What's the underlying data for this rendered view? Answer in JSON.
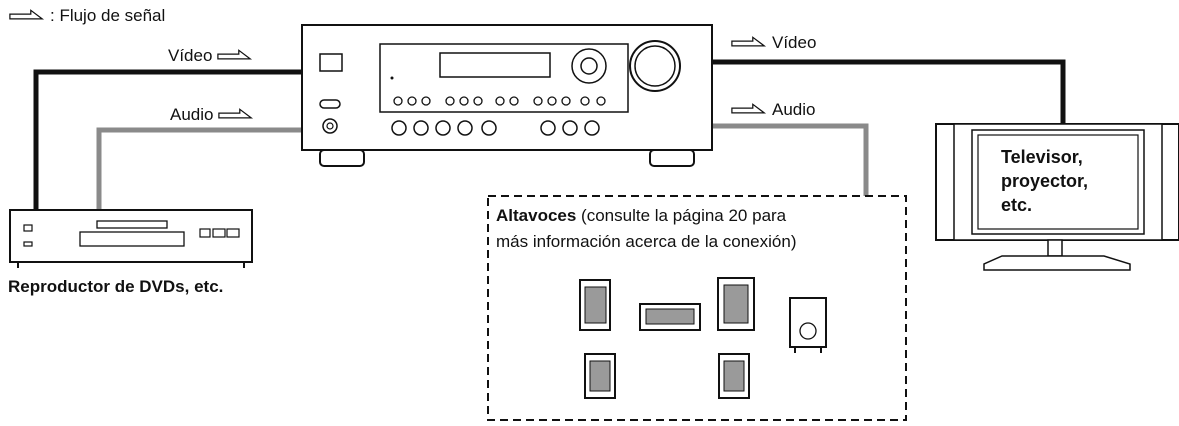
{
  "legend": {
    "label": ": Flujo de señal",
    "icon": "signal-arrow-icon"
  },
  "connections": {
    "video_in": "Vídeo",
    "audio_in": "Audio",
    "video_out": "Vídeo",
    "audio_out": "Audio"
  },
  "dvd_player": {
    "label": "Reproductor de DVDs, etc."
  },
  "speakers": {
    "title": "Altavoces",
    "description_line1": " (consulte la página 20 para",
    "description_line2": "más información acerca de la conexión)"
  },
  "tv": {
    "line1": "Televisor,",
    "line2": "proyector,",
    "line3": "etc."
  },
  "colors": {
    "video_cable": "#111111",
    "audio_cable": "#8a8a8a",
    "speaker_fill": "#9a9a9a"
  }
}
